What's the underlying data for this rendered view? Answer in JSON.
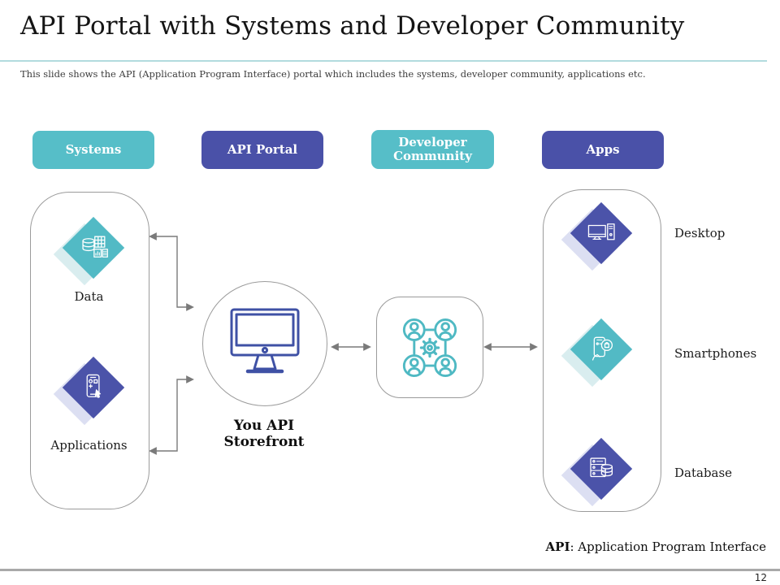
{
  "slide": {
    "title": "API Portal with Systems and Developer Community",
    "subtitle": "This slide shows the API (Application Program Interface) portal which includes the systems, developer community, applications etc.",
    "page_number": "12"
  },
  "header_buttons": [
    {
      "label": "Systems",
      "color": "#56bec8"
    },
    {
      "label": "API Portal",
      "color": "#4a51a8"
    },
    {
      "label": "Developer Community",
      "color": "#56bec8"
    },
    {
      "label": "Apps",
      "color": "#4a51a8"
    }
  ],
  "diagram": {
    "left_panel": {
      "items": [
        {
          "label": "Data",
          "icon": "database-report-icon",
          "diamond_color": "#52bac5",
          "shadow_color": "#d9edef"
        },
        {
          "label": "Applications",
          "icon": "mobile-app-tap-icon",
          "diamond_color": "#4b53a9",
          "shadow_color": "#dcdff2"
        }
      ]
    },
    "center": {
      "label": "You API Storefront",
      "icon": "desktop-monitor-icon",
      "icon_color": "#3f51a5"
    },
    "community": {
      "icon": "developer-network-gear-icon",
      "icon_color": "#4fb9c3"
    },
    "right_panel": {
      "items": [
        {
          "label": "Desktop",
          "icon": "desktop-pc-tower-icon",
          "diamond_color": "#4b53a9",
          "shadow_color": "#dcdff2"
        },
        {
          "label": "Smartphones",
          "icon": "smartphone-shopping-icon",
          "diamond_color": "#52bac5",
          "shadow_color": "#d9edef"
        },
        {
          "label": "Database",
          "icon": "server-disks-icon",
          "diamond_color": "#4b53a9",
          "shadow_color": "#dcdff2"
        }
      ]
    }
  },
  "footnote": {
    "term": "API",
    "definition": ": Application Program Interface"
  },
  "colors": {
    "teal_button": "#56bec8",
    "indigo_button": "#4a51a8",
    "teal_diamond": "#52bac5",
    "indigo_diamond": "#4b53a9",
    "connector_gray": "#7a7a7a",
    "panel_border_gray": "#9b9b9b",
    "title_rule_teal": "#b2dbde",
    "bottom_rule_gray": "#a9a9a9"
  }
}
